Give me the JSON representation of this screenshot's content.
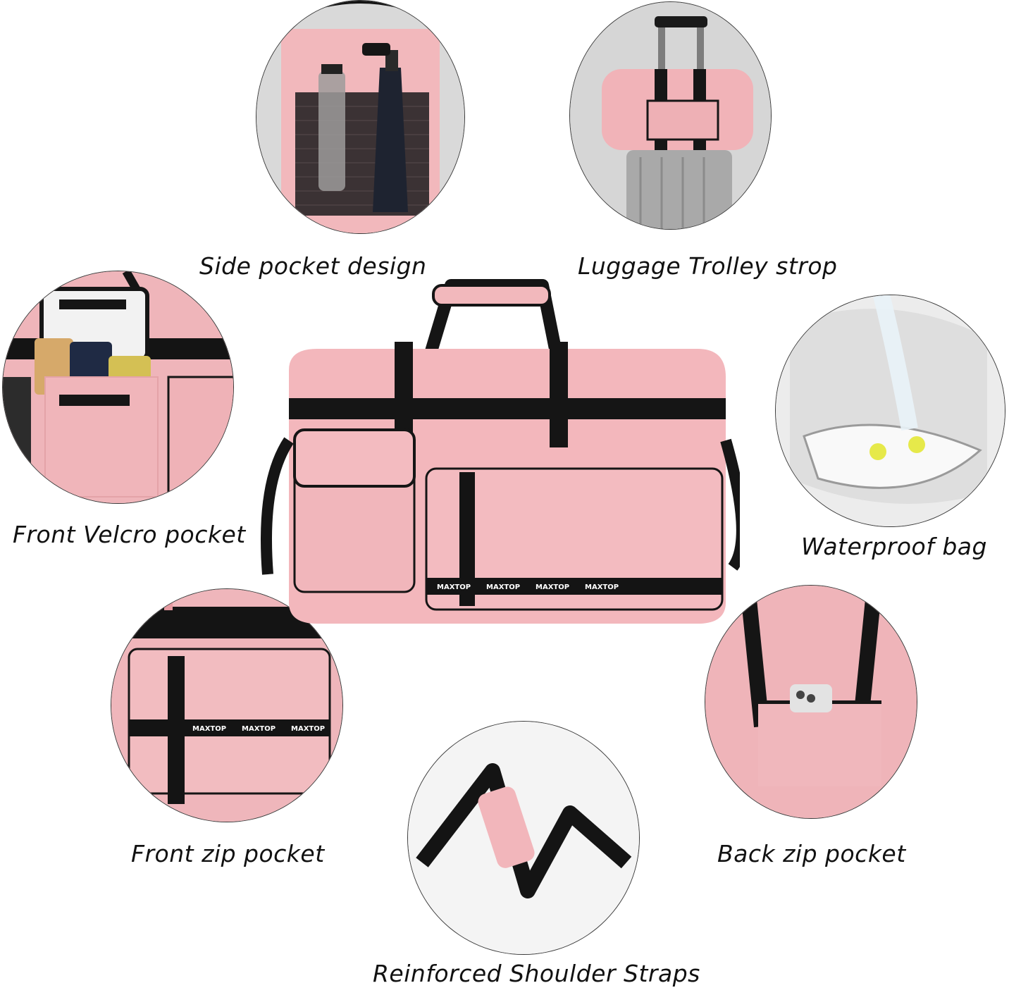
{
  "features": [
    {
      "label": "Side pocket design"
    },
    {
      "label": "Luggage Trolley strop"
    },
    {
      "label": "Front Velcro pocket"
    },
    {
      "label": "Waterproof bag"
    },
    {
      "label": "Front zip pocket"
    },
    {
      "label": "Back zip pocket"
    },
    {
      "label": "Reinforced Shoulder Straps"
    }
  ],
  "brand": "MAXTOP",
  "colors": {
    "bag_pink": "#f4b9bd",
    "strap_black": "#141414",
    "lining_white": "#f2f2f2"
  }
}
